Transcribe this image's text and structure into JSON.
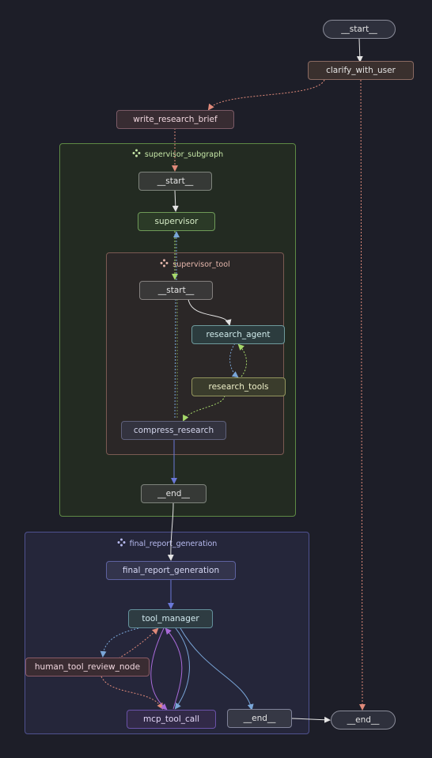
{
  "colors": {
    "background": "#1d1e28",
    "supervisor_subgraph": "#8bc46a",
    "supervisor_tool": "#c8877a",
    "final_report_generation": "#7a7ec8",
    "edge_pink": "#e08a7a",
    "edge_blue": "#7aa6d8",
    "edge_green": "#a6d86a",
    "edge_purple": "#a86ad8",
    "edge_white": "#e4e4e4"
  },
  "groups": {
    "supervisor_subgraph": {
      "title": "supervisor_subgraph",
      "icon": "subgraph-icon"
    },
    "supervisor_tool": {
      "title": "supervisor_tool",
      "icon": "subgraph-icon"
    },
    "final_report_generation": {
      "title": "final_report_generation",
      "icon": "subgraph-icon"
    }
  },
  "nodes": {
    "start_main": "__start__",
    "clarify_with_user": "clarify_with_user",
    "write_research_brief": "write_research_brief",
    "sub_start": "__start__",
    "supervisor": "supervisor",
    "tool_start": "__start__",
    "research_agent": "research_agent",
    "research_tools": "research_tools",
    "compress_research": "compress_research",
    "sub_end": "__end__",
    "final_report_generation": "final_report_generation",
    "tool_manager": "tool_manager",
    "human_tool_review_node": "human_tool_review_node",
    "mcp_tool_call": "mcp_tool_call",
    "frg_end": "__end__",
    "end_main": "__end__"
  }
}
